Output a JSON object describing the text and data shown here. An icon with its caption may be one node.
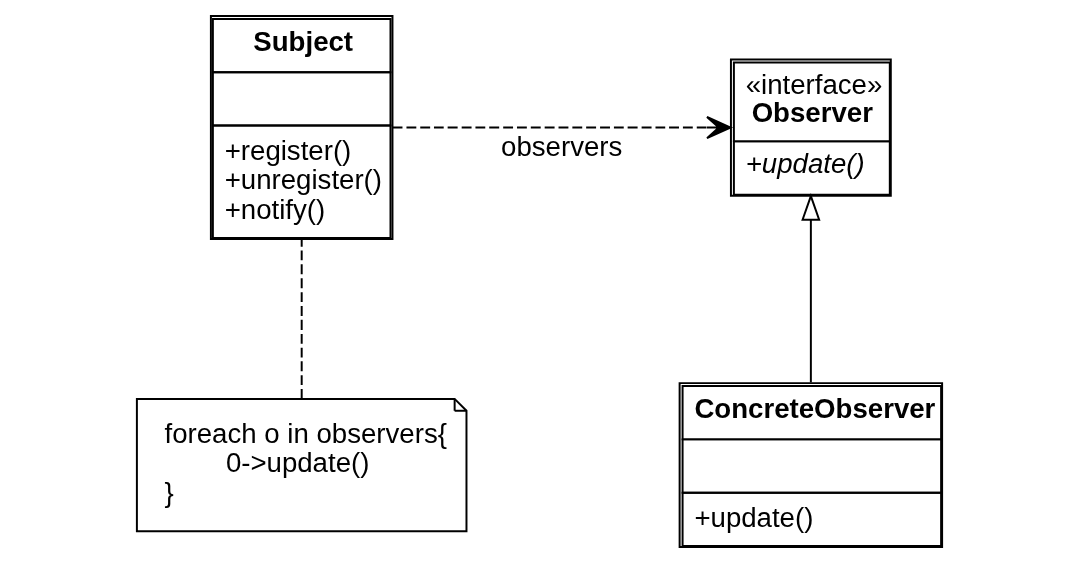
{
  "diagram": {
    "nodes": [
      {
        "text": [
          "Subject",
          "+register()",
          "+unregister()",
          "+notify()"
        ]
      },
      {
        "text": [
          "«interface»",
          "Observer",
          "+update()"
        ]
      },
      {
        "text": [
          "ConcreteObserver",
          "+update()"
        ]
      },
      {
        "text": [
          "foreach o in observers{",
          "0->update()",
          "}"
        ]
      }
    ],
    "edges": [
      {
        "from": 0,
        "to": 1,
        "arrow": "to",
        "label": "observers",
        "style": "dashed"
      },
      {
        "from": 2,
        "to": 1,
        "arrow": "to"
      },
      {
        "from": 3,
        "to": 0,
        "arrow": "none",
        "style": "dashed"
      }
    ]
  }
}
